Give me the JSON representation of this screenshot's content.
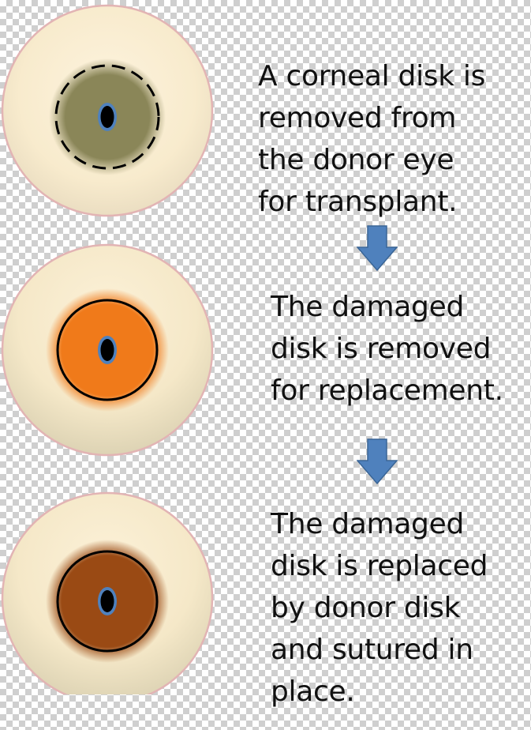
{
  "steps": [
    {
      "text": "A corneal disk is\nremoved from\nthe donor eye\nfor transplant.",
      "cornea_color": "#8a8658",
      "cornea_outline": "dashed"
    },
    {
      "text": "The damaged\ndisk is removed\nfor replacement.",
      "cornea_color": "#f07a1a",
      "cornea_outline": "solid"
    },
    {
      "text": "The damaged\ndisk is replaced\nby donor disk\nand sutured in\nplace.",
      "cornea_color": "#9a4a14",
      "cornea_outline": "solid"
    }
  ],
  "colors": {
    "sclera": "#fbeed3",
    "sclera_border": "#e2b4b4",
    "arrow": "#4f81bd",
    "iris_ring": "#4f81bd",
    "pupil": "#000000"
  }
}
